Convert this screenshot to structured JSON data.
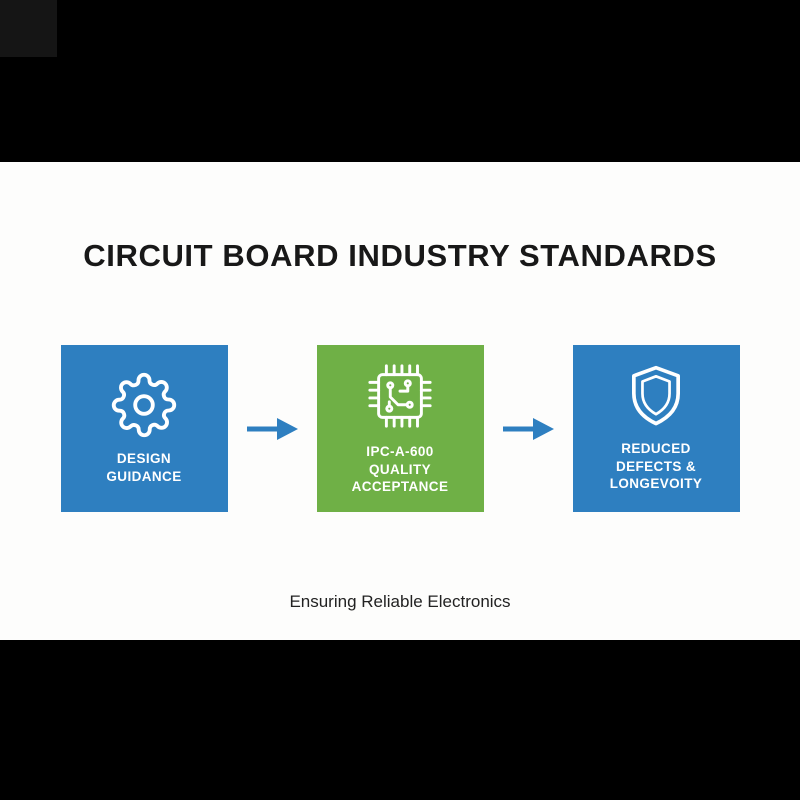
{
  "slide": {
    "title": "CIRCUIT BOARD INDUSTRY STANDARDS",
    "caption": "Ensuring Reliable Electronics"
  },
  "colors": {
    "box_blue": "#2e7fc0",
    "box_green": "#6fb046",
    "arrow": "#2e7fc0",
    "background": "#fdfdfc",
    "letterbox": "#000000",
    "title_text": "#181818",
    "box_text": "#ffffff"
  },
  "boxes": [
    {
      "icon": "gear-icon",
      "label": "DESIGN\nGUIDANCE",
      "color": "#2e7fc0"
    },
    {
      "icon": "chip-icon",
      "label": "IPC-A-600\nQUALITY\nACCEPTANCE",
      "color": "#6fb046"
    },
    {
      "icon": "shield-icon",
      "label": "REDUCED\nDEFECTS &\nLONGEVOITY",
      "color": "#2e7fc0"
    }
  ]
}
